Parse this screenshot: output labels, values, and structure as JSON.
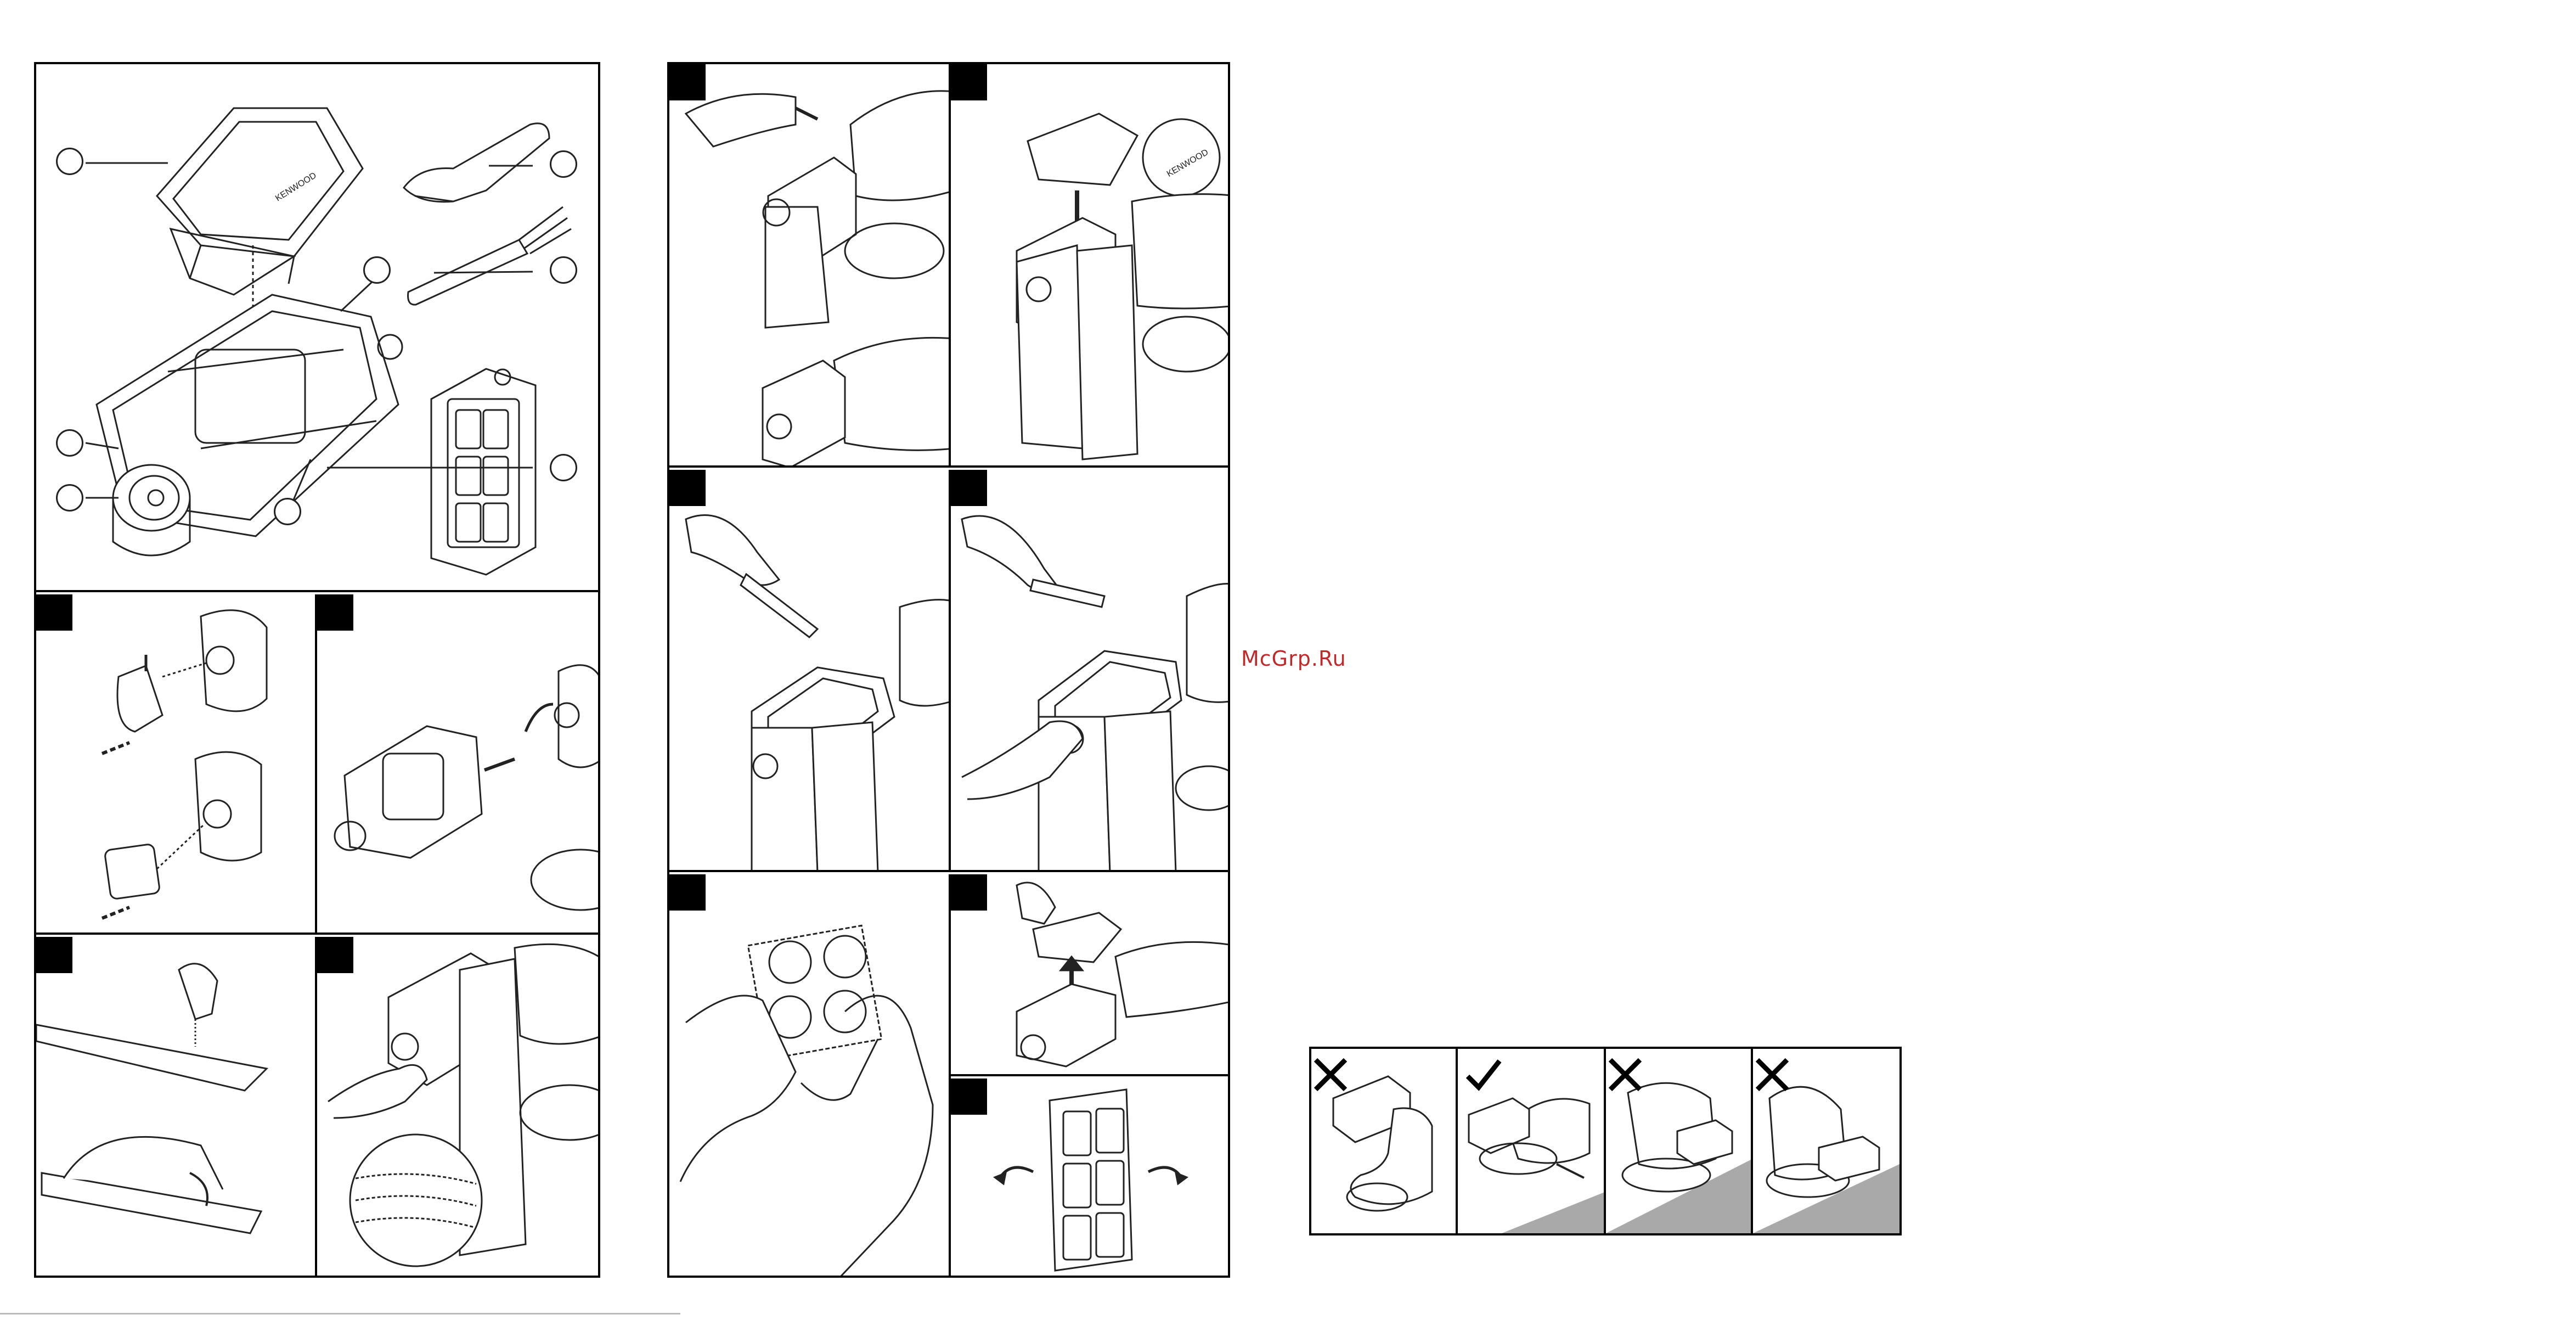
{
  "watermark": "McGrp.Ru",
  "brand_mark": "KENWOOD",
  "colors": {
    "line": "#222222",
    "badge": "#000000",
    "watermark": "#c0282a",
    "counter": "#a9a9a9"
  },
  "icons": {
    "correct": "check-mark-icon",
    "incorrect": "cross-mark-icon"
  },
  "strip": [
    {
      "mark": "incorrect"
    },
    {
      "mark": "correct"
    },
    {
      "mark": "incorrect"
    },
    {
      "mark": "incorrect"
    }
  ]
}
